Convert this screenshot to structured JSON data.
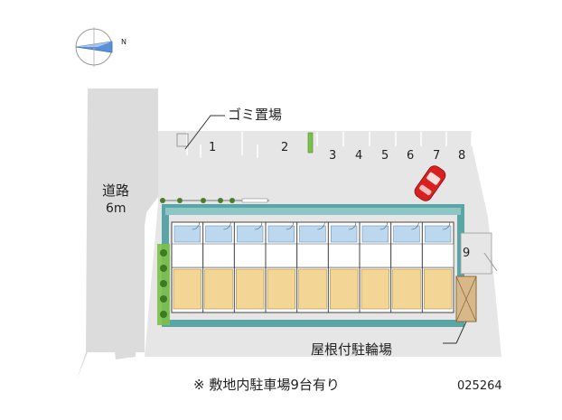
{
  "site_plan": {
    "compass_label": "N",
    "road_label_line1": "道路",
    "road_label_line2": "6m",
    "garbage_label": "ゴミ置場",
    "bicycle_label": "屋根付駐輪場",
    "parking_spaces": [
      "1",
      "2",
      "3",
      "4",
      "5",
      "6",
      "7",
      "8",
      "9"
    ],
    "highlighted_space": "7",
    "note": "※ 敷地内駐車場9台有り",
    "property_code": "025264"
  },
  "colors": {
    "lot": "#e6e6e6",
    "road": "#dcdcdc",
    "building_outline": "#5aa6a6",
    "unit_blue": "#bcd8ef",
    "unit_orange": "#f3d596",
    "greenery": "#7cc04a",
    "car": "#d92020"
  }
}
